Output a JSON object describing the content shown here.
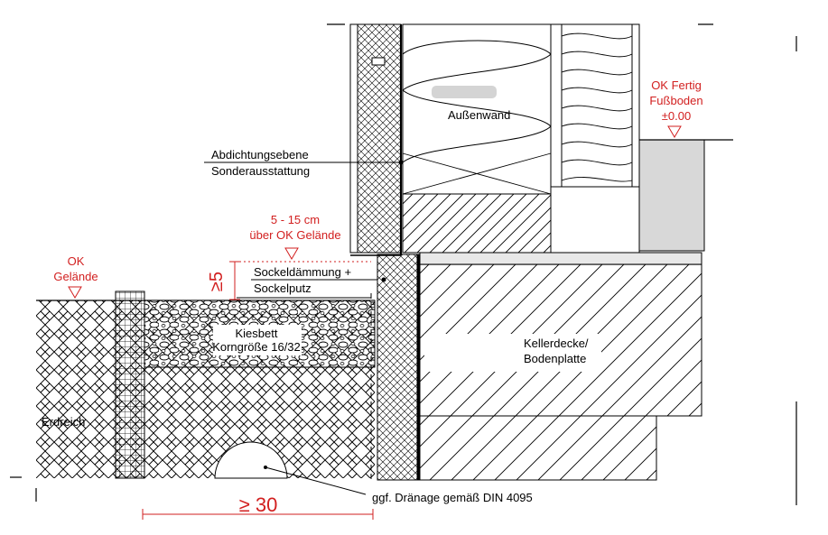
{
  "labels": {
    "wall": "Außenwand",
    "floor_line1": "OK Fertig",
    "floor_line2": "Fußboden",
    "floor_line3": "±0.00",
    "seal_line1": "Abdichtungsebene",
    "seal_line2": "Sonderausstattung",
    "height_line1": "5 - 15 cm",
    "height_line2": "über OK Gelände",
    "ground_line1": "OK",
    "ground_line2": "Gelände",
    "plinth_line1": "Sockeldämmung +",
    "plinth_line2": "Sockelputz",
    "min_height": "≥5",
    "gravel_line1": "Kiesbett",
    "gravel_line2": "Korngröße 16/32",
    "slab_line1": "Kellerdecke/",
    "slab_line2": "Bodenplatte",
    "soil": "Erdreich",
    "drain": "ggf. Dränage gemäß DIN 4095",
    "min_width": "≥ 30"
  },
  "colors": {
    "annotation": "#d21f1f",
    "line": "#000000",
    "screed": "#d8d8d8"
  }
}
